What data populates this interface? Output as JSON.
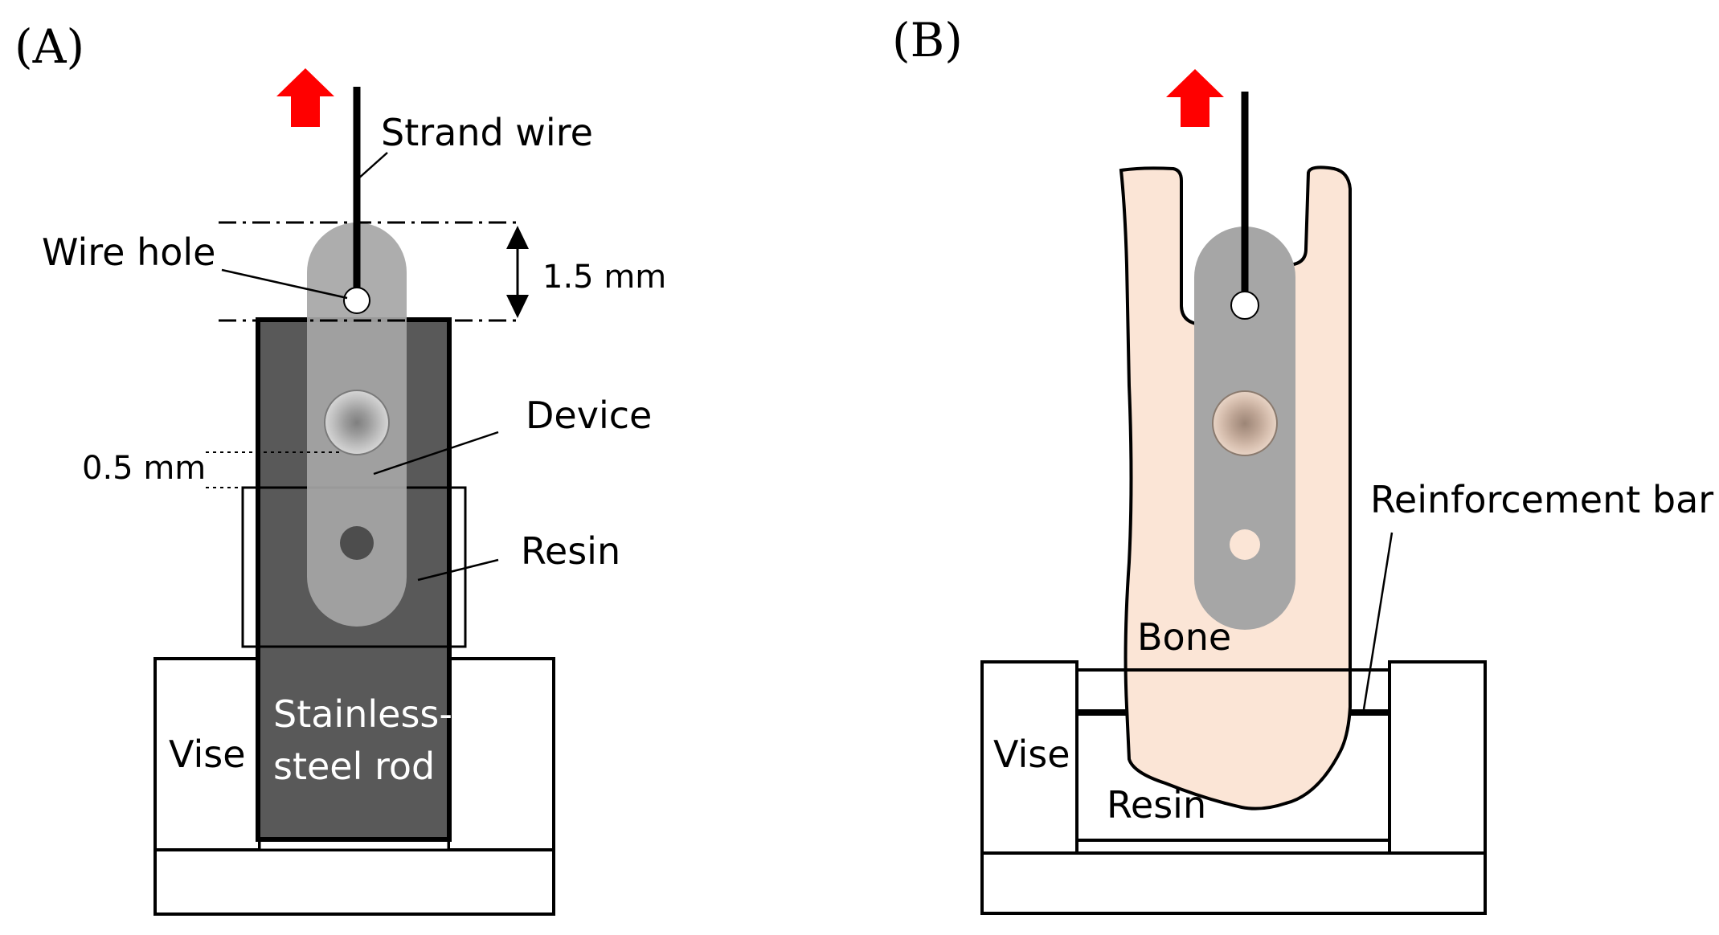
{
  "panels": {
    "a": {
      "label": "(A)",
      "strand_wire": "Strand wire",
      "wire_hole": "Wire hole",
      "dim_top": "1.5 mm",
      "dim_small": "0.5 mm",
      "device": "Device",
      "resin": "Resin",
      "rod_line1": "Stainless-",
      "rod_line2": "steel rod",
      "vise": "Vise"
    },
    "b": {
      "label": "(B)",
      "reinforcement_bar": "Reinforcement bar",
      "bone": "Bone",
      "vise": "Vise",
      "resin": "Resin"
    }
  },
  "colors": {
    "arrow": "#ff0000",
    "rod": "#595959",
    "device": "#a6a6a6",
    "bone": "#fbe5d6",
    "outline": "#000000"
  }
}
